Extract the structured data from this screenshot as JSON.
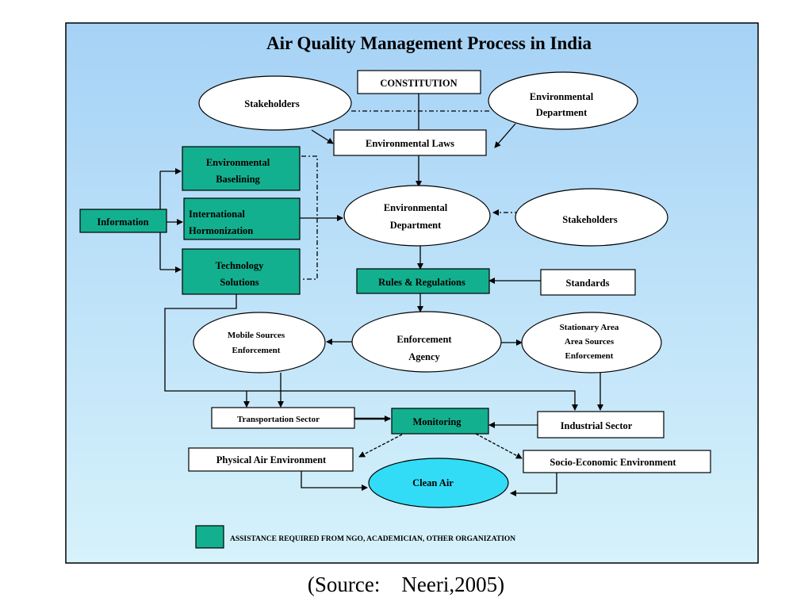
{
  "title": "Air Quality Management Process in India",
  "nodes": {
    "constitution": "CONSTITUTION",
    "stakeholders_top": "Stakeholders",
    "env_department_top": [
      "Environmental",
      "Department"
    ],
    "environmental_laws": "Environmental Laws",
    "env_baselining": [
      "Environmental",
      "Baselining"
    ],
    "information": "Information",
    "intl_harmonization": [
      "International",
      "Hormonization"
    ],
    "technology_solutions": [
      "Technology",
      "Solutions"
    ],
    "env_department_mid": [
      "Environmental",
      "Department"
    ],
    "stakeholders_mid": "Stakeholders",
    "rules_regulations": "Rules & Regulations",
    "standards": "Standards",
    "mobile_sources": [
      "Mobile Sources",
      "Enforcement"
    ],
    "enforcement_agency": [
      "Enforcement",
      "Agency"
    ],
    "stationary_area": [
      "Stationary Area",
      "Area Sources",
      "Enforcement"
    ],
    "transportation_sector": "Transportation Sector",
    "monitoring": "Monitoring",
    "industrial_sector": "Industrial Sector",
    "physical_air": "Physical Air Environment",
    "socio_economic": "Socio-Economic Environment",
    "clean_air": "Clean Air"
  },
  "legend": {
    "text": "ASSISTANCE REQUIRED FROM NGO, ACADEMICIAN, OTHER ORGANIZATION",
    "color": "#13b08f"
  },
  "source": "(Source:    Neeri,2005)",
  "colors": {
    "background_top": "#a6d2f6",
    "background_bottom": "#d6f2fb",
    "highlight_box": "#13b08f",
    "clean_air": "#32dcf6",
    "outline": "#000000"
  }
}
